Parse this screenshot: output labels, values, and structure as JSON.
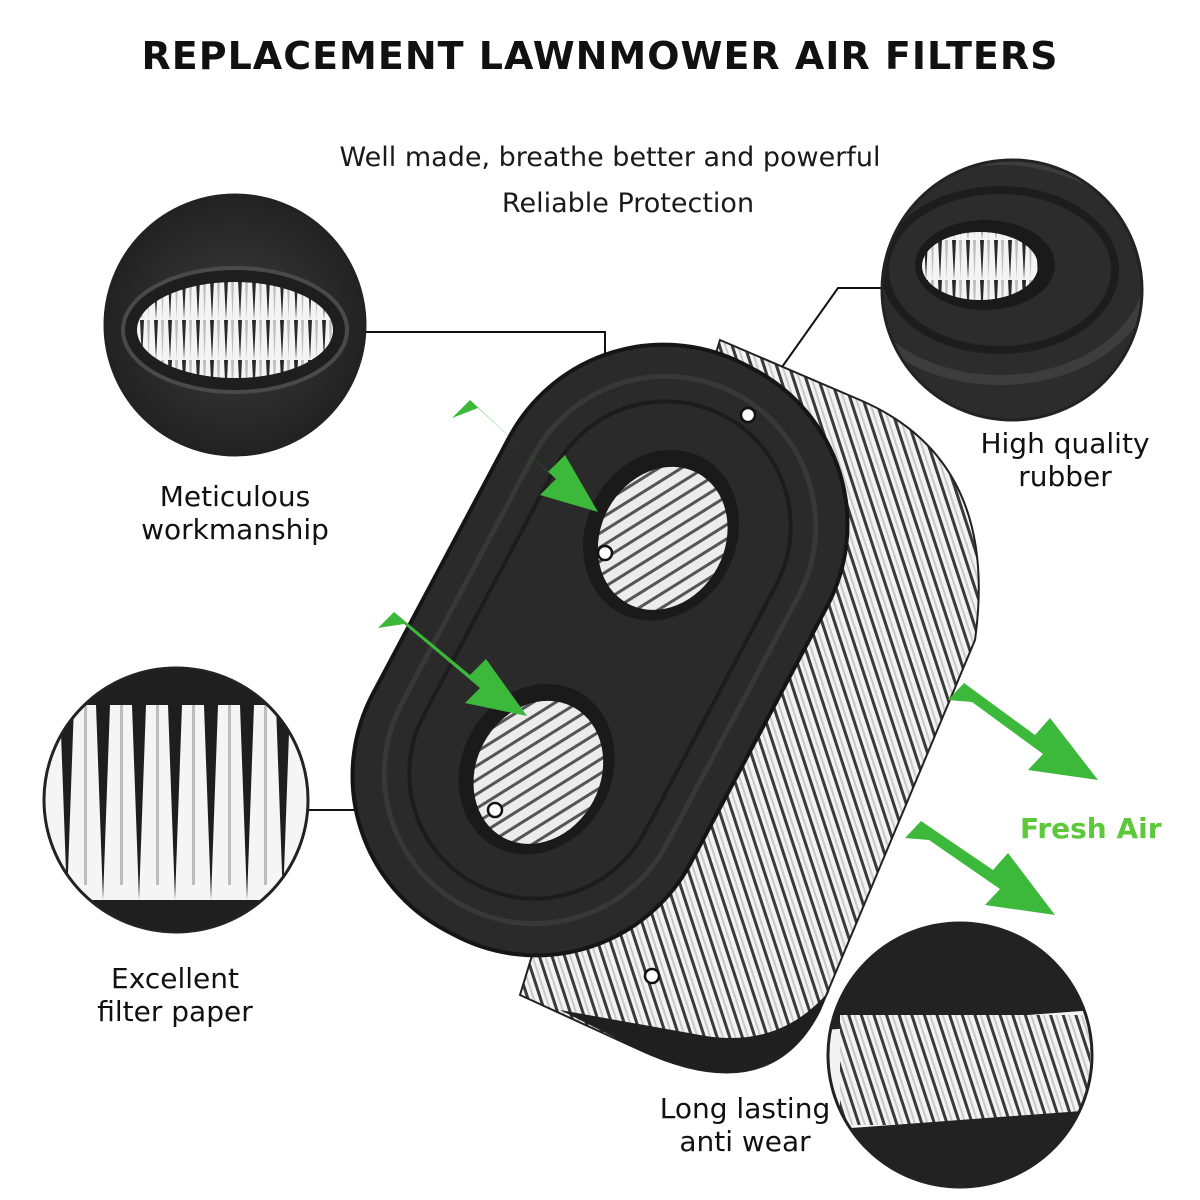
{
  "title": "REPLACEMENT LAWNMOWER AIR FILTERS",
  "subtitle": {
    "line1": "Well made, breathe better and powerful",
    "line2": "Reliable Protection"
  },
  "callouts": {
    "meticulous": [
      "Meticulous",
      "workmanship"
    ],
    "rubber": [
      "High quality",
      "rubber"
    ],
    "paper": [
      "Excellent",
      "filter paper"
    ],
    "wear": [
      "Long lasting",
      "anti wear"
    ]
  },
  "fresh_air": "Fresh Air",
  "colors": {
    "arrow": "#3cb83a",
    "fresh_text": "#5cc83a",
    "housing": "#2b2b2b",
    "pleat_light": "#f2f2f2"
  },
  "icons": [
    "arrow-right-down-icon"
  ]
}
